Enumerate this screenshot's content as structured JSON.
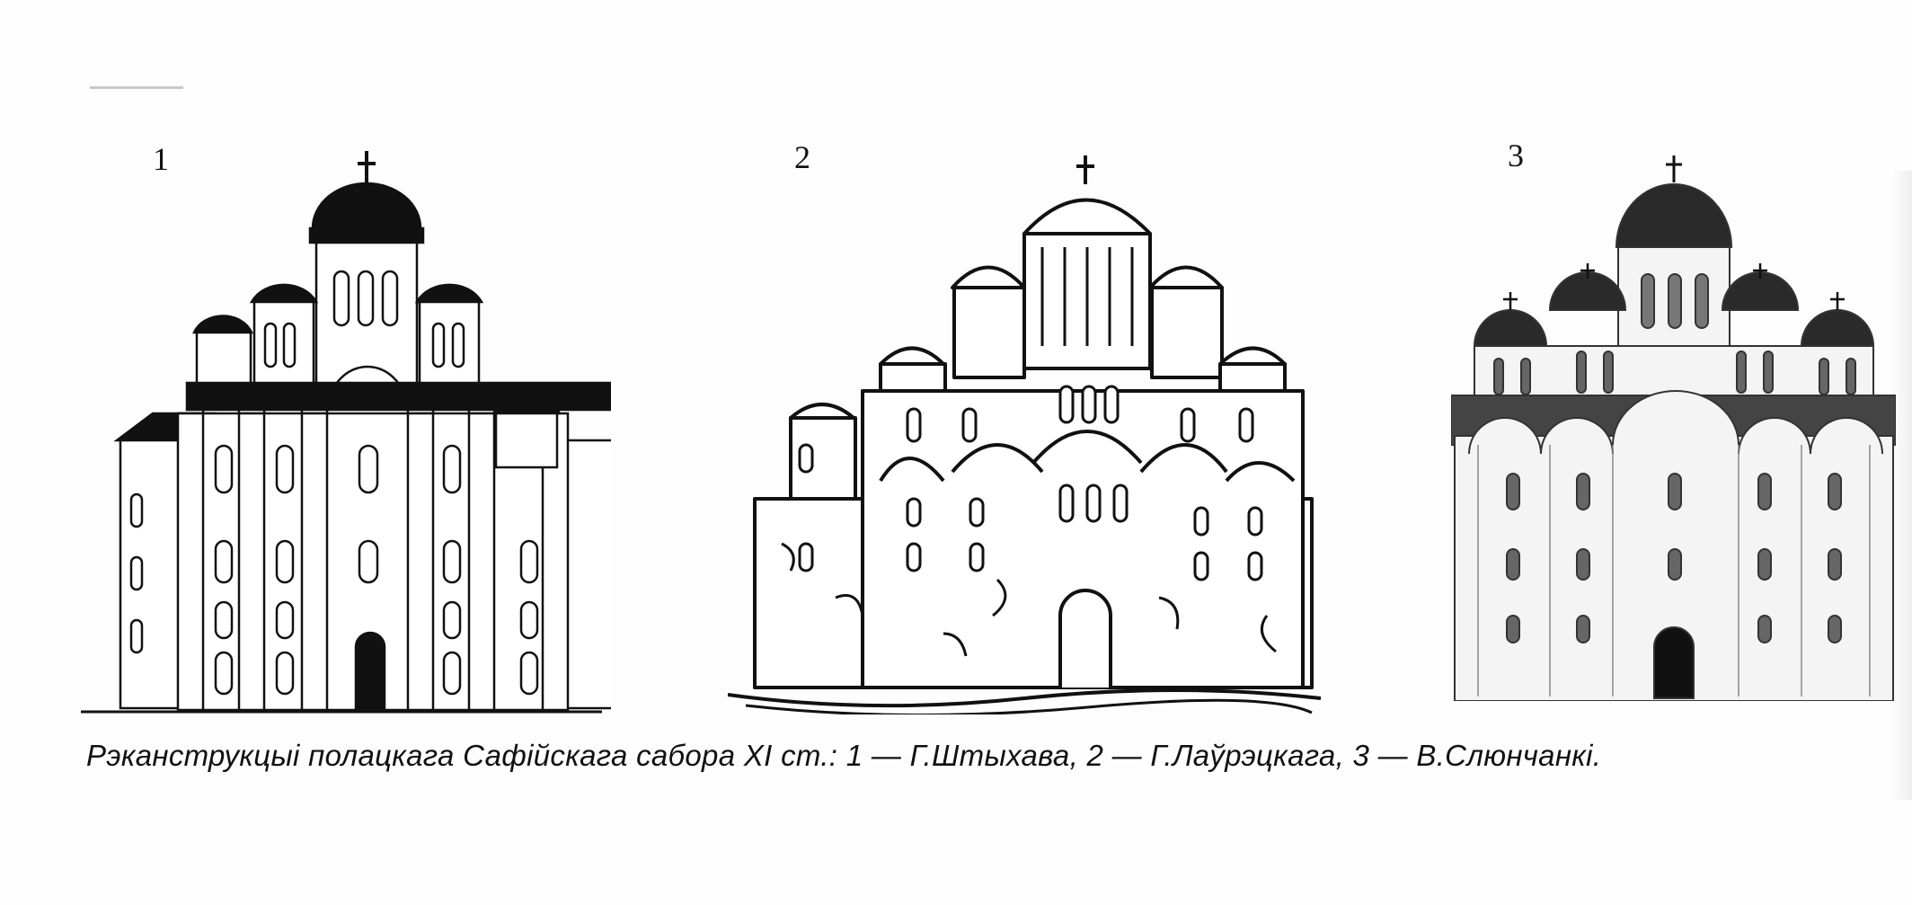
{
  "figures": [
    {
      "number": "1"
    },
    {
      "number": "2"
    },
    {
      "number": "3"
    }
  ],
  "caption": "Рэканструкцыі полацкага Сафійскага сабора XI ст.: 1 — Г.Штыхава, 2 — Г.Лаўрэцкага, 3 — В.Слюнчанкі."
}
